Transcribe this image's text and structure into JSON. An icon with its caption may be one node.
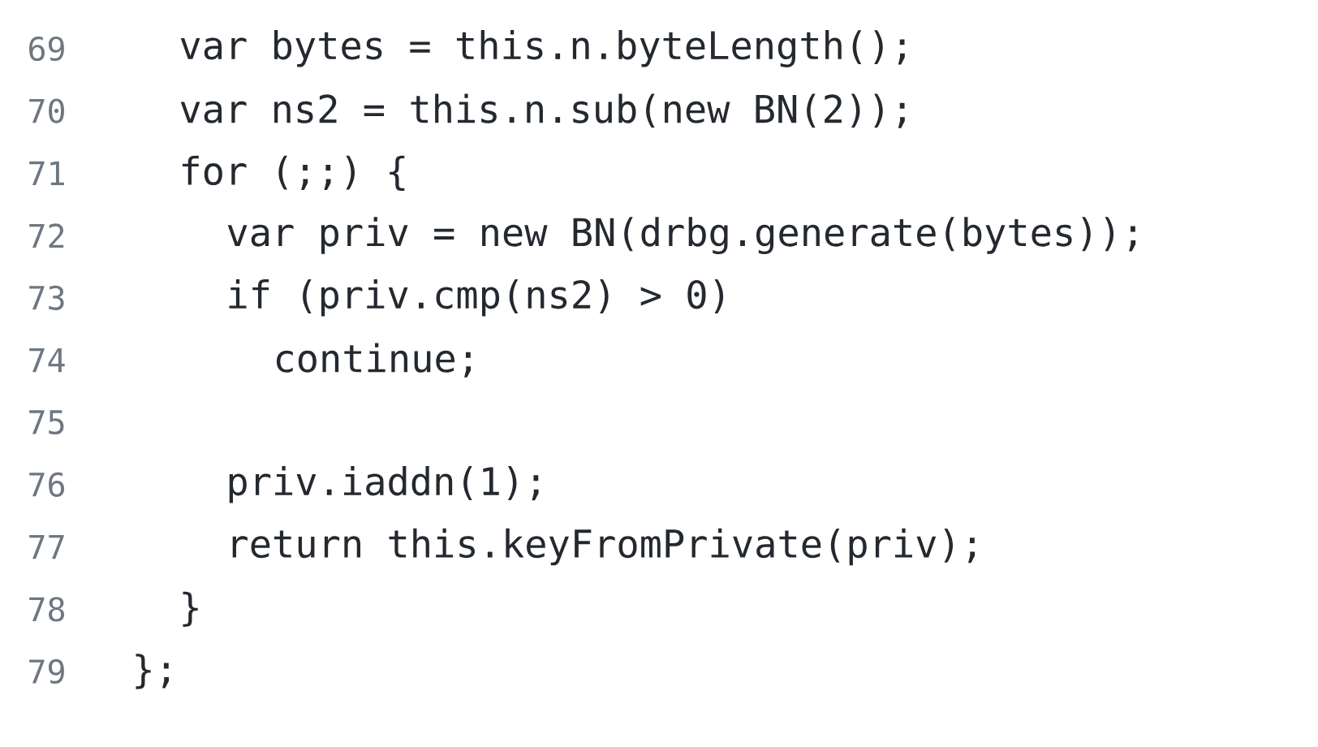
{
  "diagram": {
    "labels": [
      "69",
      "var bytes = this.n.byteLength();",
      "70",
      "var ns2 = this.n.sub(new BN(2));",
      "71",
      "for (;;) {",
      "72",
      "var priv = new BN(drbg.generate(bytes));",
      "73",
      "if (priv.cmp(ns2) > 0)",
      "74",
      "continue;",
      "75",
      "76",
      "priv.iaddn(1);",
      "77",
      "return this.keyFromPrivate(priv);",
      "78",
      "}",
      "79",
      "};"
    ]
  }
}
